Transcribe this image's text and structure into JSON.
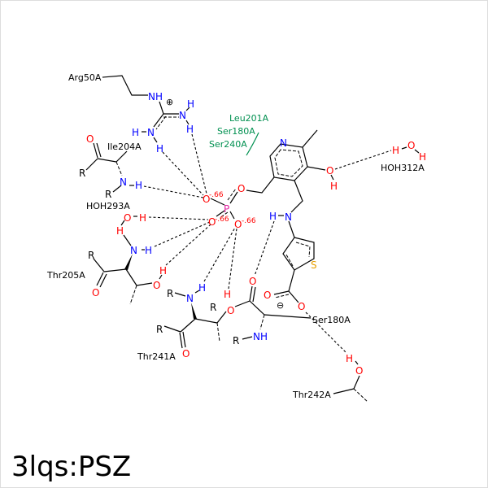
{
  "title": "3lqs:PSZ",
  "residues": {
    "arg50": "Arg50A",
    "ile204": "Ile204A",
    "hoh293": "HOH293A",
    "thr205": "Thr205A",
    "thr241": "Thr241A",
    "ser180": "Ser180A",
    "thr242": "Thr242A",
    "hoh312": "HOH312A"
  },
  "hydrophobic": [
    "Leu201A",
    "Ser180A",
    "Ser240A"
  ],
  "atoms": {
    "O": "O",
    "H": "H",
    "N": "N",
    "NH": "NH",
    "P": "P",
    "S": "S",
    "R": "R"
  },
  "charges": {
    "partial": "-.66",
    "plus": "⊕",
    "minus": "⊖"
  },
  "colors": {
    "oxygen": "#ff0000",
    "nitrogen": "#0000ff",
    "phosphorus": "#e020a0",
    "sulfur": "#e8a000",
    "hydrophobic": "#009050"
  }
}
